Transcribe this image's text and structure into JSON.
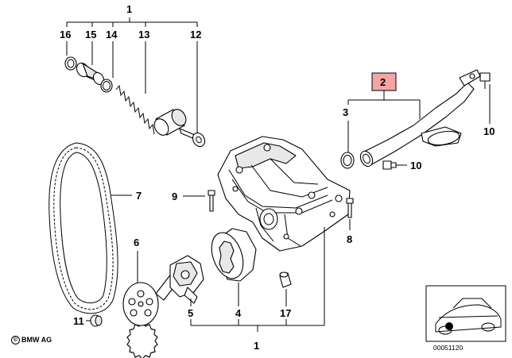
{
  "diagram": {
    "labels": {
      "p1_top": "1",
      "p16": "16",
      "p15": "15",
      "p14": "14",
      "p13": "13",
      "p12": "12",
      "p2": "2",
      "p3": "3",
      "p10_right": "10",
      "p10_mid": "10",
      "p7": "7",
      "p9": "9",
      "p6": "6",
      "p8": "8",
      "p5": "5",
      "p4": "4",
      "p17": "17",
      "p11": "11",
      "p1_bottom": "1"
    },
    "highlight_color": "#f4a6a6",
    "copyright": "BMW AG",
    "copyright_symbol": "©",
    "image_code": "00051120"
  }
}
